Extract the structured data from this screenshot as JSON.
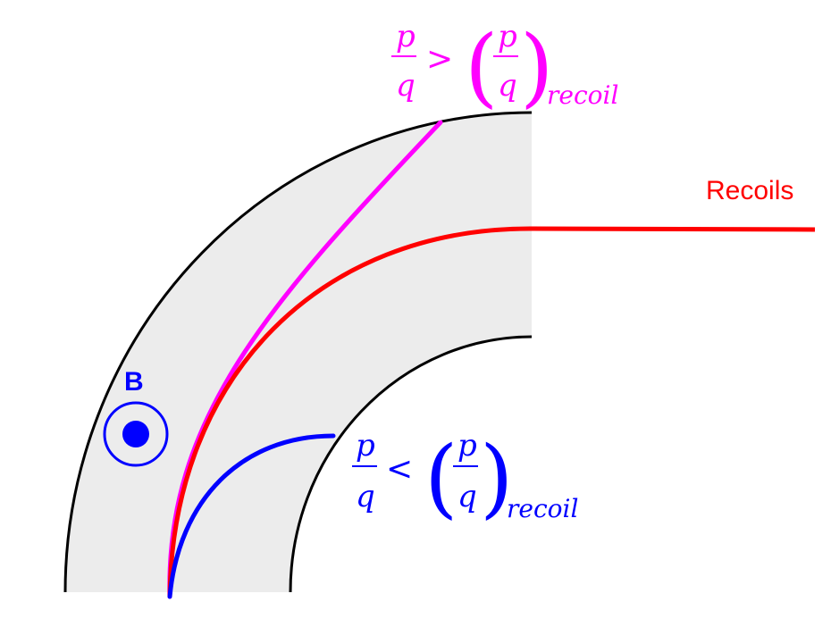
{
  "diagram": {
    "colors": {
      "background": "#ffffff",
      "magnet_fill": "#ececec",
      "magnet_outline": "#000000",
      "high_rigidity": "#ff00ff",
      "recoil": "#ff0000",
      "low_rigidity": "#0000ff"
    },
    "labels": {
      "recoils": "Recoils",
      "field": "B"
    },
    "formula_greater": {
      "lhs_numerator": "p",
      "lhs_denominator": "q",
      "operator": ">",
      "rhs_numerator": "p",
      "rhs_denominator": "q",
      "left_paren": "(",
      "right_paren": ")",
      "subscript": "recoil"
    },
    "formula_less": {
      "lhs_numerator": "p",
      "lhs_denominator": "q",
      "operator": "<",
      "rhs_numerator": "p",
      "rhs_denominator": "q",
      "left_paren": "(",
      "right_paren": ")",
      "subscript": "recoil"
    },
    "field_symbol": "dot-out-of-page-icon"
  }
}
